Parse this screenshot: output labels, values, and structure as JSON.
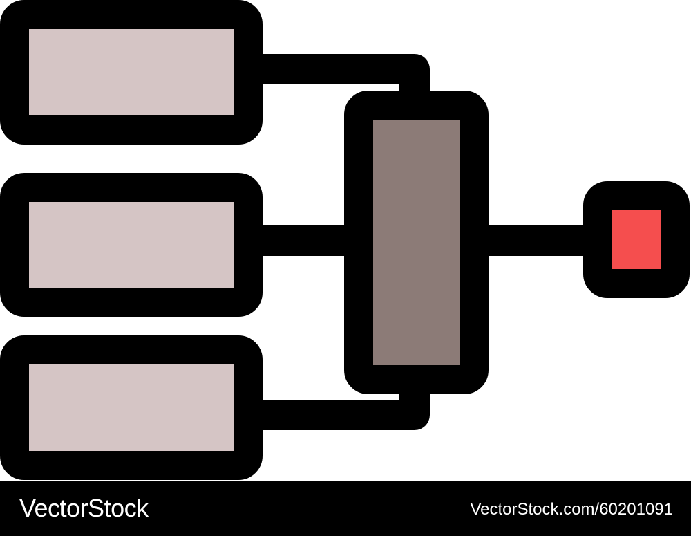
{
  "colors": {
    "outline": "#000000",
    "input_fill": "#d5c5c5",
    "merge_fill": "#8c7b77",
    "output_fill": "#f54e4e",
    "background": "#ffffff",
    "footer": "#000000"
  },
  "icon": {
    "name": "hierarchy-merge-icon",
    "inputs": 3,
    "outputs": 1
  },
  "watermark": {
    "brand": "VectorStock",
    "reference": "VectorStock.com/60201091"
  }
}
